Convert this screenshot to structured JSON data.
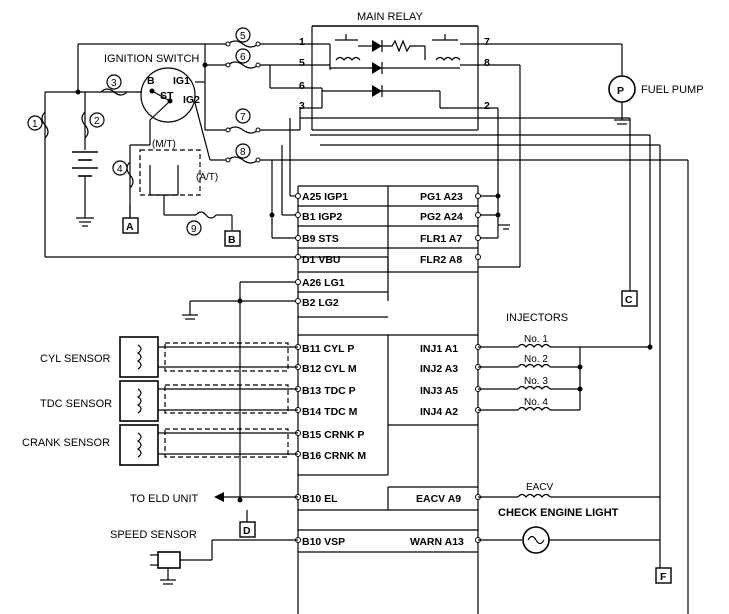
{
  "relay": {
    "title": "MAIN RELAY",
    "pins": [
      "1",
      "5",
      "6",
      "3",
      "7",
      "8",
      "2"
    ]
  },
  "ignition": {
    "title": "IGNITION SWITCH",
    "b": "B",
    "ig1": "IG1",
    "st": "ST",
    "ig2": "IG2"
  },
  "fuel_pump": {
    "label": "FUEL PUMP",
    "symbol": "P"
  },
  "fuses": [
    "1",
    "2",
    "3",
    "4",
    "5",
    "6",
    "7",
    "8",
    "9"
  ],
  "switch_labels": {
    "mt": "(M/T)",
    "at": "(A/T)"
  },
  "connectors": {
    "A": "A",
    "B": "B",
    "C": "C",
    "D": "D",
    "F": "F"
  },
  "ecm_left": [
    {
      "id": "a25",
      "text": "A25 IGP1"
    },
    {
      "id": "b1",
      "text": "B1 IGP2"
    },
    {
      "id": "b9",
      "text": "B9 STS"
    },
    {
      "id": "d1",
      "text": "D1 VBU"
    },
    {
      "id": "a26",
      "text": "A26 LG1"
    },
    {
      "id": "b2",
      "text": "B2 LG2"
    },
    {
      "id": "b11",
      "text": "B11 CYL P"
    },
    {
      "id": "b12",
      "text": "B12 CYL M"
    },
    {
      "id": "b13",
      "text": "B13 TDC P"
    },
    {
      "id": "b14",
      "text": "B14 TDC M"
    },
    {
      "id": "b15",
      "text": "B15 CRNK P"
    },
    {
      "id": "b16",
      "text": "B16 CRNK M"
    },
    {
      "id": "b10el",
      "text": "B10 EL"
    },
    {
      "id": "b10vsp",
      "text": "B10 VSP"
    }
  ],
  "ecm_right": [
    {
      "id": "pg1",
      "text": "PG1 A23"
    },
    {
      "id": "pg2",
      "text": "PG2 A24"
    },
    {
      "id": "flr1",
      "text": "FLR1 A7"
    },
    {
      "id": "flr2",
      "text": "FLR2 A8"
    },
    {
      "id": "inj1",
      "text": "INJ1 A1"
    },
    {
      "id": "inj2",
      "text": "INJ2 A3"
    },
    {
      "id": "inj3",
      "text": "INJ3 A5"
    },
    {
      "id": "inj4",
      "text": "INJ4 A2"
    },
    {
      "id": "eacv",
      "text": "EACV A9"
    },
    {
      "id": "warn",
      "text": "WARN A13"
    }
  ],
  "sensors": [
    "CYL SENSOR",
    "TDC SENSOR",
    "CRANK SENSOR"
  ],
  "speed_sensor": "SPEED SENSOR",
  "injectors": {
    "title": "INJECTORS",
    "items": [
      "No. 1",
      "No. 2",
      "No. 3",
      "No. 4"
    ]
  },
  "eacv_label": "EACV",
  "check_engine": "CHECK ENGINE LIGHT",
  "eld": "TO ELD UNIT"
}
